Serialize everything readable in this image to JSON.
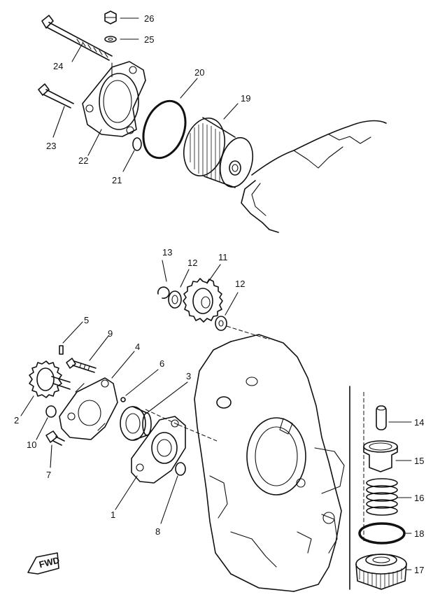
{
  "callouts": [
    {
      "id": "26",
      "text": "26"
    },
    {
      "id": "25",
      "text": "25"
    },
    {
      "id": "24",
      "text": "24"
    },
    {
      "id": "23",
      "text": "23"
    },
    {
      "id": "22",
      "text": "22"
    },
    {
      "id": "21",
      "text": "21"
    },
    {
      "id": "20",
      "text": "20"
    },
    {
      "id": "19",
      "text": "19"
    },
    {
      "id": "13",
      "text": "13"
    },
    {
      "id": "12a",
      "text": "12"
    },
    {
      "id": "11",
      "text": "11"
    },
    {
      "id": "12b",
      "text": "12"
    },
    {
      "id": "5",
      "text": "5"
    },
    {
      "id": "9",
      "text": "9"
    },
    {
      "id": "4",
      "text": "4"
    },
    {
      "id": "6",
      "text": "6"
    },
    {
      "id": "3",
      "text": "3"
    },
    {
      "id": "2",
      "text": "2"
    },
    {
      "id": "10",
      "text": "10"
    },
    {
      "id": "7",
      "text": "7"
    },
    {
      "id": "1",
      "text": "1"
    },
    {
      "id": "8",
      "text": "8"
    },
    {
      "id": "14",
      "text": "14"
    },
    {
      "id": "15",
      "text": "15"
    },
    {
      "id": "16",
      "text": "16"
    },
    {
      "id": "18",
      "text": "18"
    },
    {
      "id": "17",
      "text": "17"
    }
  ],
  "fwd_label": "FWD"
}
